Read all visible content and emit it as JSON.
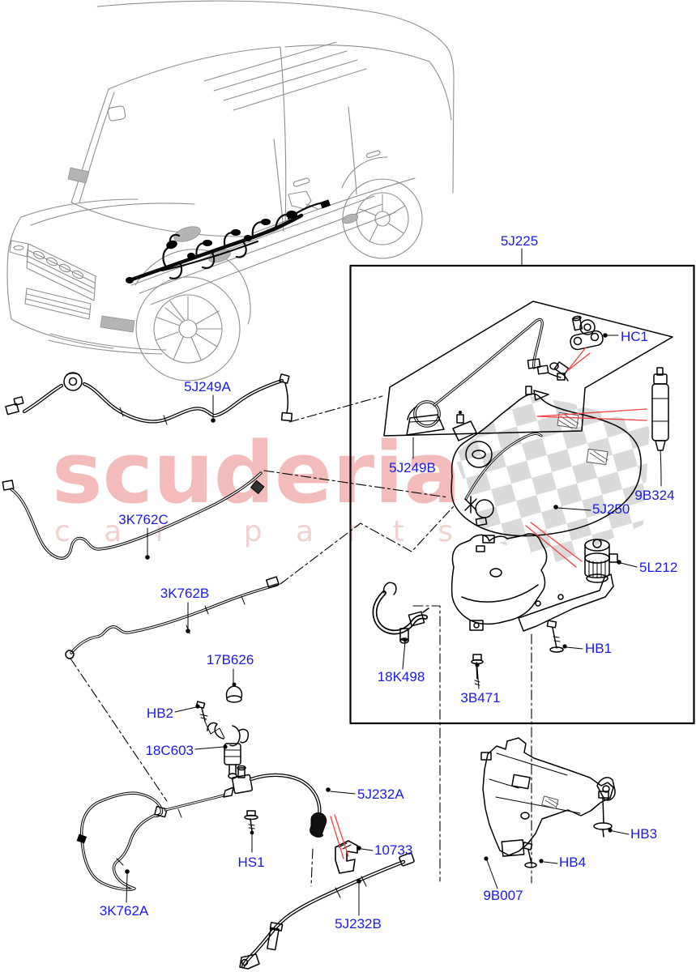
{
  "watermark": {
    "line1": "scuderia",
    "line2": "car parts",
    "pink": "#f3bcba",
    "pink_light": "#f0d2d0",
    "checker_gray": "#dadada"
  },
  "colors": {
    "label_blue": "#1a1ae8",
    "diagram_black": "#000000",
    "car_gray": "#8f8f8f",
    "arrow_red": "#f54040",
    "background": "#ffffff"
  },
  "labels": {
    "l5J225": "5J225",
    "l5J249A": "5J249A",
    "l5J249B": "5J249B",
    "lHC1": "HC1",
    "l9B324": "9B324",
    "l5J250": "5J250",
    "l5L212": "5L212",
    "l3K762C": "3K762C",
    "l3K762B": "3K762B",
    "l17B626": "17B626",
    "lHB2": "HB2",
    "l18C603": "18C603",
    "l18K498": "18K498",
    "l3B471": "3B471",
    "lHB1": "HB1",
    "lHS1": "HS1",
    "l5J232A": "5J232A",
    "l10733": "10733",
    "l5J232B": "5J232B",
    "l3K762A": "3K762A",
    "l9B007": "9B007",
    "lHB4": "HB4",
    "lHB3": "HB3"
  }
}
